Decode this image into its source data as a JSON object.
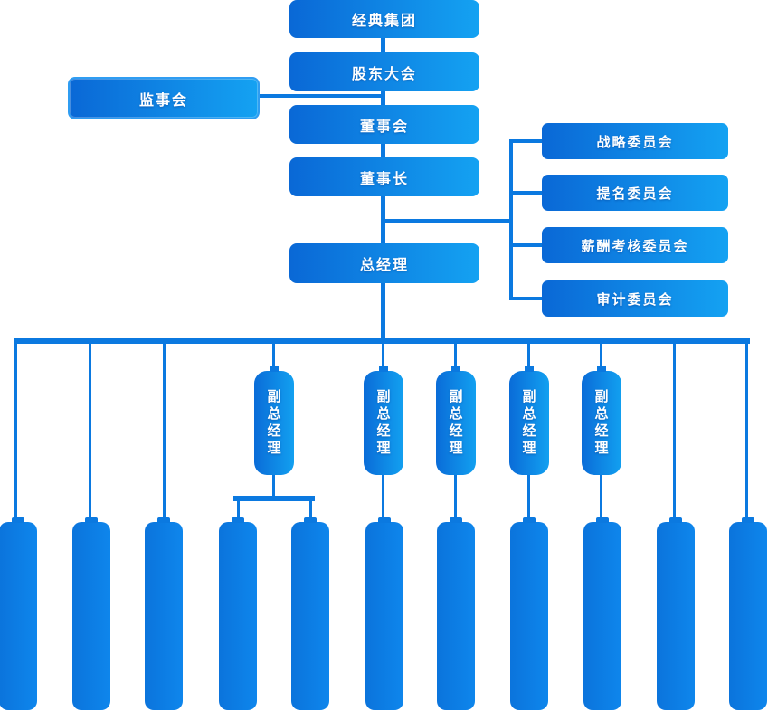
{
  "colors": {
    "box_gradient_start": "#0a68d6",
    "box_gradient_end": "#14a2f2",
    "connector_line": "#0b79e0"
  },
  "nodes": {
    "group": {
      "label": "经典集团"
    },
    "shareholders_meeting": {
      "label": "股东大会"
    },
    "supervisory_board": {
      "label": "监事会"
    },
    "board_of_directors": {
      "label": "董事会"
    },
    "chairman": {
      "label": "董事长"
    },
    "general_manager": {
      "label": "总经理"
    },
    "committees": [
      {
        "label": "战略委员会"
      },
      {
        "label": "提名委员会"
      },
      {
        "label": "薪酬考核委员会"
      },
      {
        "label": "审计委员会"
      }
    ],
    "deputy_general_managers": [
      {
        "label": "副总经理"
      },
      {
        "label": "副总经理"
      },
      {
        "label": "副总经理"
      },
      {
        "label": "副总经理"
      },
      {
        "label": "副总经理"
      }
    ],
    "departments": [
      {
        "label": ""
      },
      {
        "label": ""
      },
      {
        "label": ""
      },
      {
        "label": ""
      },
      {
        "label": ""
      },
      {
        "label": ""
      },
      {
        "label": ""
      },
      {
        "label": ""
      },
      {
        "label": ""
      },
      {
        "label": ""
      },
      {
        "label": ""
      }
    ]
  }
}
